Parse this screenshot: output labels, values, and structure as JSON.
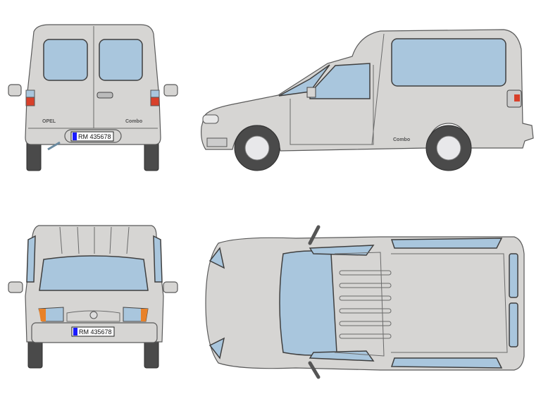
{
  "views": {
    "rear": {
      "badge_left": "OPEL",
      "badge_right": "Combo",
      "plate": "RM 435678"
    },
    "side": {
      "badge": "Combo"
    },
    "front": {
      "plate": "RM 435678"
    },
    "top": {}
  },
  "colors": {
    "body": "#d6d5d3",
    "glass": "#a9c6dd",
    "tire": "#4a4a4a",
    "tail_light": "#d8402a",
    "indicator": "#e8822a",
    "plate_eu": "#1a1aff"
  }
}
